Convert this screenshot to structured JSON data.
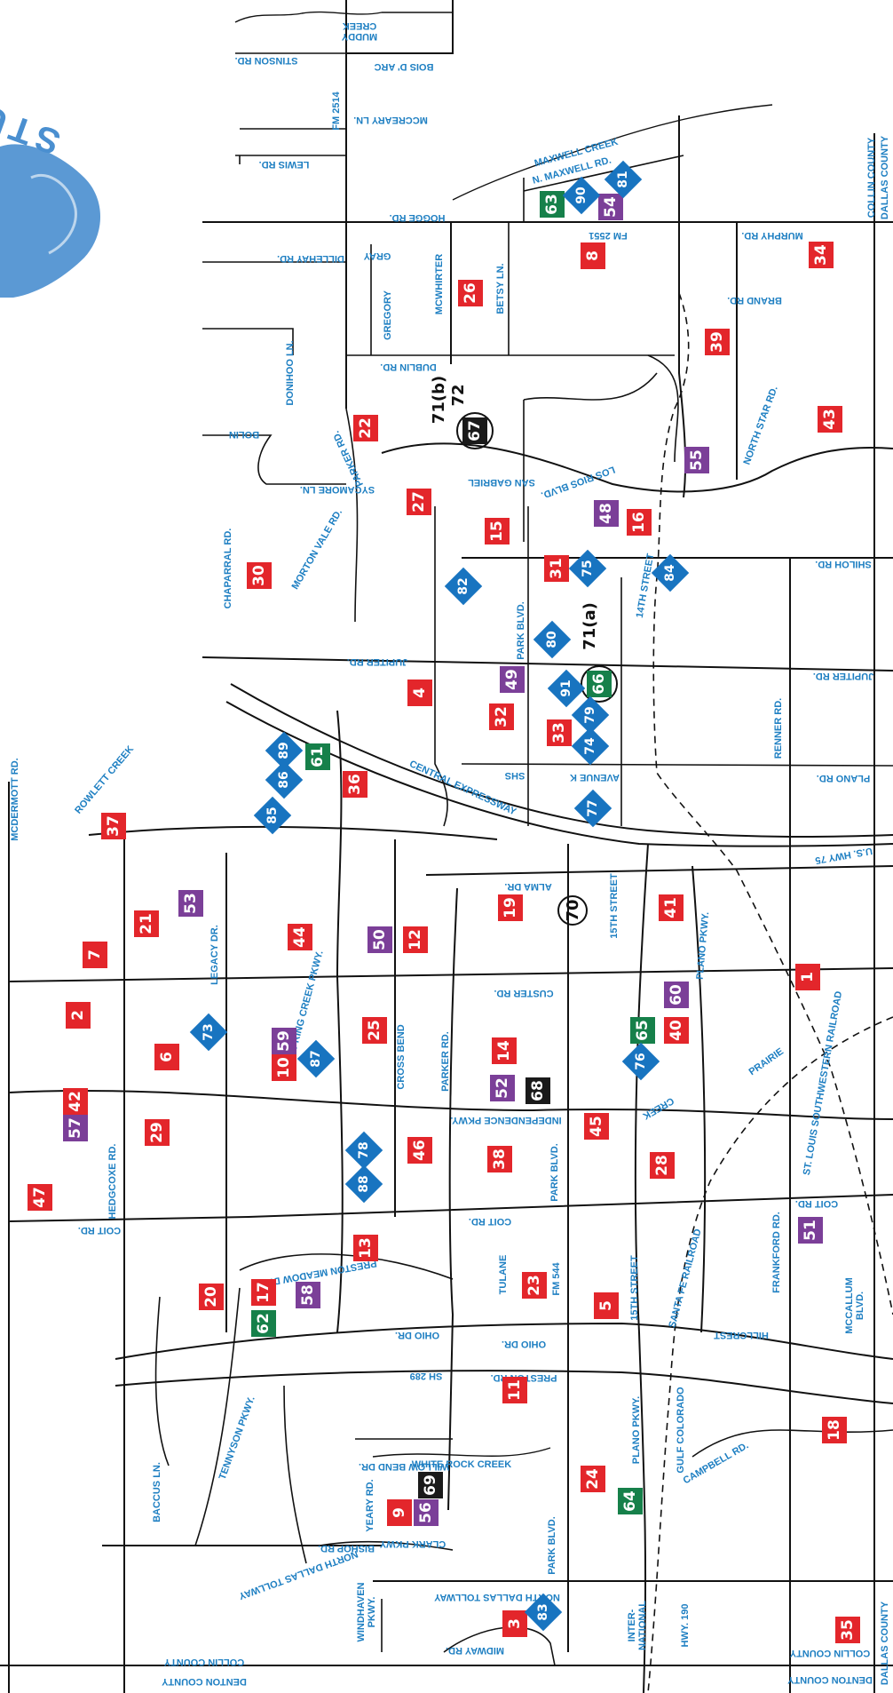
{
  "watermark": {
    "text": "STUDENTS STRONG",
    "color": "#4a8fd0"
  },
  "colors": {
    "red": "#e3262b",
    "purple": "#7b3f98",
    "blue": "#1874c0",
    "green": "#16804a",
    "black": "#1a1a1a",
    "street": "#1e7fc2"
  },
  "streets": [
    {
      "id": "muddy-creek",
      "text": "MUDDY\nCREEK"
    },
    {
      "id": "bois-darc",
      "text": "BOIS D' ARC"
    },
    {
      "id": "stinson",
      "text": "STINSON RD."
    },
    {
      "id": "fm2514",
      "text": "FM 2514"
    },
    {
      "id": "mccreary",
      "text": "MCCREARY LN."
    },
    {
      "id": "lewis",
      "text": "LEWIS RD."
    },
    {
      "id": "maxwell-creek",
      "text": "MAXWELL CREEK"
    },
    {
      "id": "n-maxwell",
      "text": "N. MAXWELL RD."
    },
    {
      "id": "collin-county-top",
      "text": "COLLIN COUNTY"
    },
    {
      "id": "dallas-county-top",
      "text": "DALLAS COUNTY"
    },
    {
      "id": "hogge",
      "text": "HOGGE RD."
    },
    {
      "id": "fm2551",
      "text": "FM 2551"
    },
    {
      "id": "murphy",
      "text": "MURPHY RD."
    },
    {
      "id": "dillehay",
      "text": "DILLEHAY RD."
    },
    {
      "id": "gray",
      "text": "GRAY"
    },
    {
      "id": "gregory",
      "text": "GREGORY"
    },
    {
      "id": "mcwhirter",
      "text": "MCWHIRTER"
    },
    {
      "id": "betsy",
      "text": "BETSY LN."
    },
    {
      "id": "brand",
      "text": "BRAND RD."
    },
    {
      "id": "donihoo",
      "text": "DONIHOO LN."
    },
    {
      "id": "dublin",
      "text": "DUBLIN RD."
    },
    {
      "id": "bolin",
      "text": "BOLIN"
    },
    {
      "id": "parker-rd-top",
      "text": "PARKER RD."
    },
    {
      "id": "sycamore",
      "text": "SYCAMORE LN."
    },
    {
      "id": "san-gabriel",
      "text": "SAN GABRIEL"
    },
    {
      "id": "los-rios",
      "text": "LOS     RIOS   BLVD."
    },
    {
      "id": "north-star",
      "text": "NORTH STAR RD."
    },
    {
      "id": "chaparral",
      "text": "CHAPARRAL RD."
    },
    {
      "id": "morton-vale",
      "text": "MORTON VALE RD."
    },
    {
      "id": "shiloh",
      "text": "SHILOH RD."
    },
    {
      "id": "14th",
      "text": "14TH STREET"
    },
    {
      "id": "park-blvd-top",
      "text": "PARK BLVD."
    },
    {
      "id": "jupiter-left",
      "text": "JUPITER RD."
    },
    {
      "id": "jupiter-right",
      "text": "JUPITER RD."
    },
    {
      "id": "renner",
      "text": "RENNER RD."
    },
    {
      "id": "mcdermott",
      "text": "MCDERMOTT RD."
    },
    {
      "id": "rowlett-creek",
      "text": "ROWLETT   CREEK"
    },
    {
      "id": "central-expy",
      "text": "CENTRAL EXPRESSWAY"
    },
    {
      "id": "shs",
      "text": "SHS"
    },
    {
      "id": "avenue-k",
      "text": "AVENUE K"
    },
    {
      "id": "plano-rd",
      "text": "PLANO RD."
    },
    {
      "id": "us75",
      "text": "U.S. HWY 75"
    },
    {
      "id": "alma",
      "text": "ALMA DR."
    },
    {
      "id": "15th-top",
      "text": "15TH STREET"
    },
    {
      "id": "legacy",
      "text": "LEGACY DR."
    },
    {
      "id": "plano-pkwy-top",
      "text": "PLANO PKWY."
    },
    {
      "id": "custer",
      "text": "CUSTER RD."
    },
    {
      "id": "spring-creek",
      "text": "SPRING CREEK PKWY."
    },
    {
      "id": "cross-bend",
      "text": "CROSS BEND"
    },
    {
      "id": "parker-rd-mid",
      "text": "PARKER RD."
    },
    {
      "id": "prairie",
      "text": "PRAIRIE"
    },
    {
      "id": "creek",
      "text": "CREEK"
    },
    {
      "id": "stl-sw-rr",
      "text": "ST. LOUIS SOUTHWESTERN RAILROAD"
    },
    {
      "id": "independence",
      "text": "INDEPENDENCE PKWY."
    },
    {
      "id": "hedgcoxe",
      "text": "HEDGCOXE RD."
    },
    {
      "id": "park-blvd-mid",
      "text": "PARK BLVD."
    },
    {
      "id": "coit-left",
      "text": "COIT RD."
    },
    {
      "id": "coit-mid",
      "text": "COIT RD."
    },
    {
      "id": "coit-right",
      "text": "COIT RD."
    },
    {
      "id": "frankford",
      "text": "FRANKFORD RD."
    },
    {
      "id": "preston-meadow",
      "text": "PRESTON   MEADOW DR."
    },
    {
      "id": "tulane",
      "text": "TULANE"
    },
    {
      "id": "fm544",
      "text": "FM 544"
    },
    {
      "id": "15th-mid",
      "text": "15TH STREET"
    },
    {
      "id": "santa-fe",
      "text": "SANTA FE RAILROAD"
    },
    {
      "id": "mccallum",
      "text": "MCCALLUM\nBLVD."
    },
    {
      "id": "hillcrest",
      "text": "HILLCREST"
    },
    {
      "id": "ohio-left",
      "text": "OHIO DR."
    },
    {
      "id": "ohio-mid",
      "text": "OHIO DR."
    },
    {
      "id": "sh289",
      "text": "SH 289"
    },
    {
      "id": "preston-rd",
      "text": "PRESTON RD."
    },
    {
      "id": "plano-pkwy-bot",
      "text": "PLANO PKWY."
    },
    {
      "id": "gulf-colorado",
      "text": "GULF COLORADO"
    },
    {
      "id": "tennyson",
      "text": "TENNYSON PKWY."
    },
    {
      "id": "willow-bend",
      "text": "WILLOW BEND DR."
    },
    {
      "id": "white-rock",
      "text": "WHITE ROCK CREEK"
    },
    {
      "id": "campbell",
      "text": "CAMPBELL RD."
    },
    {
      "id": "baccus",
      "text": "BACCUS LN."
    },
    {
      "id": "yeary",
      "text": "YEARY RD."
    },
    {
      "id": "clark-pkwy",
      "text": "CLARK   PKWY"
    },
    {
      "id": "bishop",
      "text": "BISHOP RD."
    },
    {
      "id": "park-blvd-bot",
      "text": "PARK BLVD."
    },
    {
      "id": "ndt-left",
      "text": "NORTH DALLAS TOLLWAY"
    },
    {
      "id": "windhaven",
      "text": "WINDHAVEN\nPKWY."
    },
    {
      "id": "ndt-right",
      "text": "NORTH DALLAS TOLLWAY"
    },
    {
      "id": "international",
      "text": "INTER-\nNATIONAL"
    },
    {
      "id": "hwy190",
      "text": "HWY. 190"
    },
    {
      "id": "midway",
      "text": "MIDWAY RD."
    },
    {
      "id": "collin-county-bl",
      "text": "COLLIN COUNTY"
    },
    {
      "id": "denton-county-bl",
      "text": "DENTON COUNTY"
    },
    {
      "id": "collin-county-br",
      "text": "COLLIN COUNTY"
    },
    {
      "id": "denton-county-br",
      "text": "DENTON COUNTY"
    },
    {
      "id": "dallas-county-br",
      "text": "DALLAS COUNTY"
    }
  ],
  "markers": [
    {
      "label": "1",
      "kind": "square",
      "color": "red"
    },
    {
      "label": "2",
      "kind": "square",
      "color": "red"
    },
    {
      "label": "3",
      "kind": "square",
      "color": "red"
    },
    {
      "label": "4",
      "kind": "square",
      "color": "red"
    },
    {
      "label": "5",
      "kind": "square",
      "color": "red"
    },
    {
      "label": "6",
      "kind": "square",
      "color": "red"
    },
    {
      "label": "7",
      "kind": "square",
      "color": "red"
    },
    {
      "label": "8",
      "kind": "square",
      "color": "red"
    },
    {
      "label": "9",
      "kind": "square",
      "color": "red"
    },
    {
      "label": "10",
      "kind": "square",
      "color": "red"
    },
    {
      "label": "11",
      "kind": "square",
      "color": "red"
    },
    {
      "label": "12",
      "kind": "square",
      "color": "red"
    },
    {
      "label": "13",
      "kind": "square",
      "color": "red"
    },
    {
      "label": "14",
      "kind": "square",
      "color": "red"
    },
    {
      "label": "15",
      "kind": "square",
      "color": "red"
    },
    {
      "label": "16",
      "kind": "square",
      "color": "red"
    },
    {
      "label": "17",
      "kind": "square",
      "color": "red"
    },
    {
      "label": "18",
      "kind": "square",
      "color": "red"
    },
    {
      "label": "19",
      "kind": "square",
      "color": "red"
    },
    {
      "label": "20",
      "kind": "square",
      "color": "red"
    },
    {
      "label": "21",
      "kind": "square",
      "color": "red"
    },
    {
      "label": "22",
      "kind": "square",
      "color": "red"
    },
    {
      "label": "23",
      "kind": "square",
      "color": "red"
    },
    {
      "label": "24",
      "kind": "square",
      "color": "red"
    },
    {
      "label": "25",
      "kind": "square",
      "color": "red"
    },
    {
      "label": "26",
      "kind": "square",
      "color": "red"
    },
    {
      "label": "27",
      "kind": "square",
      "color": "red"
    },
    {
      "label": "28",
      "kind": "square",
      "color": "red"
    },
    {
      "label": "29",
      "kind": "square",
      "color": "red"
    },
    {
      "label": "30",
      "kind": "square",
      "color": "red"
    },
    {
      "label": "31",
      "kind": "square",
      "color": "red"
    },
    {
      "label": "32",
      "kind": "square",
      "color": "red"
    },
    {
      "label": "33",
      "kind": "square",
      "color": "red"
    },
    {
      "label": "34",
      "kind": "square",
      "color": "red"
    },
    {
      "label": "35",
      "kind": "square",
      "color": "red"
    },
    {
      "label": "36",
      "kind": "square",
      "color": "red"
    },
    {
      "label": "37",
      "kind": "square",
      "color": "red"
    },
    {
      "label": "38",
      "kind": "square",
      "color": "red"
    },
    {
      "label": "39",
      "kind": "square",
      "color": "red"
    },
    {
      "label": "40",
      "kind": "square",
      "color": "red"
    },
    {
      "label": "41",
      "kind": "square",
      "color": "red"
    },
    {
      "label": "42",
      "kind": "square",
      "color": "red"
    },
    {
      "label": "43",
      "kind": "square",
      "color": "red"
    },
    {
      "label": "44",
      "kind": "square",
      "color": "red"
    },
    {
      "label": "45",
      "kind": "square",
      "color": "red"
    },
    {
      "label": "46",
      "kind": "square",
      "color": "red"
    },
    {
      "label": "47",
      "kind": "square",
      "color": "red"
    },
    {
      "label": "48",
      "kind": "square",
      "color": "purple"
    },
    {
      "label": "49",
      "kind": "square",
      "color": "purple"
    },
    {
      "label": "50",
      "kind": "square",
      "color": "purple"
    },
    {
      "label": "51",
      "kind": "square",
      "color": "purple"
    },
    {
      "label": "52",
      "kind": "square",
      "color": "purple"
    },
    {
      "label": "53",
      "kind": "square",
      "color": "purple"
    },
    {
      "label": "54",
      "kind": "square",
      "color": "purple"
    },
    {
      "label": "55",
      "kind": "square",
      "color": "purple"
    },
    {
      "label": "56",
      "kind": "square",
      "color": "purple"
    },
    {
      "label": "57",
      "kind": "square",
      "color": "purple"
    },
    {
      "label": "58",
      "kind": "square",
      "color": "purple"
    },
    {
      "label": "59",
      "kind": "square",
      "color": "purple"
    },
    {
      "label": "60",
      "kind": "square",
      "color": "purple"
    },
    {
      "label": "61",
      "kind": "square",
      "color": "green"
    },
    {
      "label": "62",
      "kind": "square",
      "color": "green"
    },
    {
      "label": "63",
      "kind": "square",
      "color": "green"
    },
    {
      "label": "64",
      "kind": "square",
      "color": "green"
    },
    {
      "label": "65",
      "kind": "square",
      "color": "green"
    },
    {
      "label": "66",
      "kind": "square",
      "color": "green"
    },
    {
      "label": "67",
      "kind": "square",
      "color": "black"
    },
    {
      "label": "68",
      "kind": "square",
      "color": "black"
    },
    {
      "label": "69",
      "kind": "square",
      "color": "black"
    },
    {
      "label": "73",
      "kind": "diamond",
      "color": "blue"
    },
    {
      "label": "74",
      "kind": "diamond",
      "color": "blue"
    },
    {
      "label": "75",
      "kind": "diamond",
      "color": "blue"
    },
    {
      "label": "76",
      "kind": "diamond",
      "color": "blue"
    },
    {
      "label": "77",
      "kind": "diamond",
      "color": "blue"
    },
    {
      "label": "78",
      "kind": "diamond",
      "color": "blue"
    },
    {
      "label": "79",
      "kind": "diamond",
      "color": "blue"
    },
    {
      "label": "80",
      "kind": "diamond",
      "color": "blue"
    },
    {
      "label": "81",
      "kind": "diamond",
      "color": "blue"
    },
    {
      "label": "82",
      "kind": "diamond",
      "color": "blue"
    },
    {
      "label": "83",
      "kind": "diamond",
      "color": "blue"
    },
    {
      "label": "84",
      "kind": "diamond",
      "color": "blue"
    },
    {
      "label": "85",
      "kind": "diamond",
      "color": "blue"
    },
    {
      "label": "86",
      "kind": "diamond",
      "color": "blue"
    },
    {
      "label": "87",
      "kind": "diamond",
      "color": "blue"
    },
    {
      "label": "88",
      "kind": "diamond",
      "color": "blue"
    },
    {
      "label": "89",
      "kind": "diamond",
      "color": "blue"
    },
    {
      "label": "90",
      "kind": "diamond",
      "color": "blue"
    },
    {
      "label": "91",
      "kind": "diamond",
      "color": "blue"
    }
  ],
  "ring_labels": [
    {
      "id": "r70",
      "text": "70"
    },
    {
      "id": "r71a",
      "text": "71(a)"
    },
    {
      "id": "r71b",
      "text": "71(b)"
    },
    {
      "id": "r72",
      "text": "72"
    }
  ]
}
